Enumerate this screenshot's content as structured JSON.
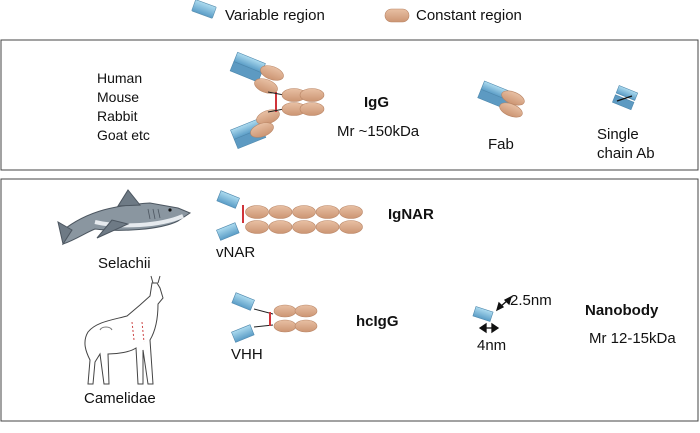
{
  "legend": {
    "variable": "Variable region",
    "constant": "Constant region"
  },
  "top_panel": {
    "species": [
      "Human",
      "Mouse",
      "Rabbit",
      "Goat etc"
    ],
    "igg": {
      "name": "IgG",
      "mr": "Mr ~150kDa"
    },
    "fab": "Fab",
    "single_chain": [
      "Single",
      "chain Ab"
    ]
  },
  "bottom_panel": {
    "shark_label": "Selachii",
    "ignar": "IgNAR",
    "vnar": "vNAR",
    "camel_label": "Camelidae",
    "hcigg": "hcIgG",
    "vhh": "VHH",
    "nanobody": {
      "name": "Nanobody",
      "mr": "Mr 12-15kDa"
    },
    "dim_height": "2.5nm",
    "dim_width": "4nm"
  },
  "colors": {
    "variable_light": "#9fd0e6",
    "variable_dark": "#4f8fb8",
    "constant": "#d8a98a",
    "constant_edge": "#b98565",
    "disulfide": "#d0343a"
  }
}
